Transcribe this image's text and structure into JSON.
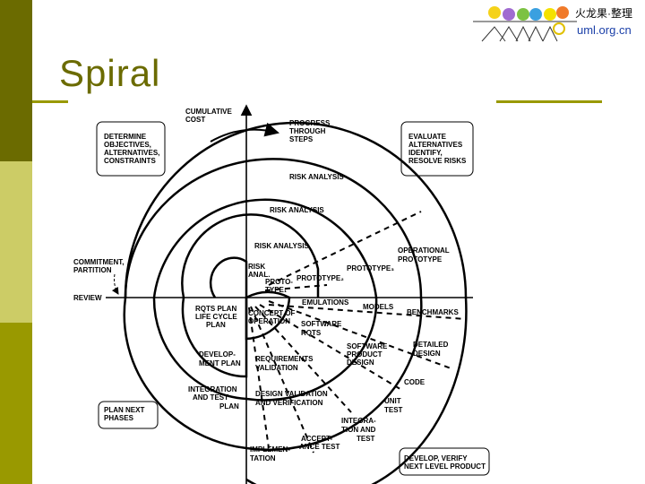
{
  "slide": {
    "title": "Spiral",
    "logo": {
      "text_cn": "火龙果·整理",
      "url": "uml.org.cn"
    },
    "colors": {
      "sidebar_dark": "#6b6b00",
      "sidebar_light": "#cccc66",
      "sidebar_mid": "#999900",
      "title": "#6b6b00"
    }
  },
  "diagram": {
    "axis_label_top": [
      "CUMULATIVE",
      "COST"
    ],
    "progress": [
      "PROGRESS",
      "THROUGH",
      "STEPS"
    ],
    "review": "REVIEW",
    "commitment": [
      "COMMITMENT,",
      "PARTITION"
    ],
    "boxes": {
      "determine": [
        "DETERMINE",
        "OBJECTIVES,",
        "ALTERNATIVES,",
        "CONSTRAINTS"
      ],
      "evaluate": [
        "EVALUATE",
        "ALTERNATIVES",
        "IDENTIFY,",
        "RESOLVE RISKS"
      ],
      "plan_next": [
        "PLAN NEXT",
        "PHASES"
      ],
      "develop": [
        "DEVELOP, VERIFY",
        "NEXT LEVEL PRODUCT"
      ]
    },
    "risk": [
      "RISK ANALYSIS",
      "RISK ANALYSIS",
      "RISK ANALYSIS",
      "RISK",
      "ANAL."
    ],
    "prototypes": {
      "p1": [
        "PROTO-",
        "TYPE₁"
      ],
      "p2": "PROTOTYPE₂",
      "p3": "PROTOTYPE₃",
      "operational": [
        "OPERATIONAL",
        "PROTOTYPE"
      ]
    },
    "right_row": [
      "EMULATIONS",
      "MODELS",
      "BENCHMARKS"
    ],
    "left_labels": {
      "rqts": [
        "RQTS PLAN",
        "LIFE CYCLE",
        "PLAN"
      ],
      "devplan": [
        "DEVELOP-",
        "MENT PLAN"
      ],
      "integration": [
        "INTEGRATION",
        "AND TEST",
        "PLAN"
      ]
    },
    "inner_labels": {
      "concept": [
        "CONCEPT OF",
        "OPERATION"
      ],
      "software_rqts": [
        "SOFTWARE",
        "RQTS"
      ],
      "req_validation": [
        "REQUIREMENTS",
        "VALIDATION"
      ],
      "software_design": [
        "SOFTWARE",
        "PRODUCT",
        "DESIGN"
      ],
      "detailed_design": [
        "DETAILED",
        "DESIGN"
      ],
      "design_validation": [
        "DESIGN VALIDATION",
        "AND VERIFICATION"
      ],
      "code": "CODE",
      "unit_test": [
        "UNIT",
        "TEST"
      ],
      "integration_test": [
        "INTEGRA-",
        "TION AND",
        "TEST"
      ],
      "acceptance": [
        "ACCEPT-",
        "ANCE TEST"
      ],
      "implementation": [
        "IMPLEMEN-",
        "TATION"
      ]
    }
  }
}
